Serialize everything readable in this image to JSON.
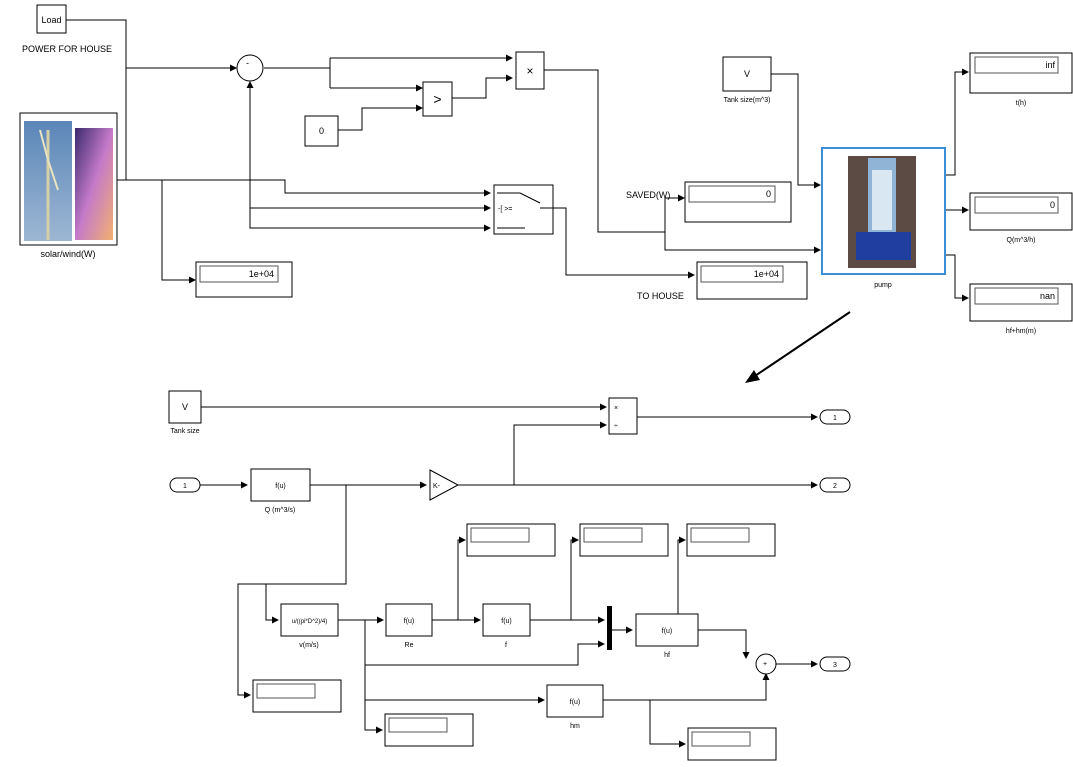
{
  "top": {
    "load_block": "Load",
    "load_caption": "POWER FOR HOUSE",
    "solar_caption": "solar/wind(W)",
    "sum_signs": "-",
    "const_zero": "0",
    "compare_sign": ">",
    "product_sign": "×",
    "switch_label": "-[ >=",
    "display_below": "1e+04",
    "saved_label": "SAVED(W)",
    "saved_value": "0",
    "to_house_label": "TO HOUSE",
    "to_house_value": "1e+04",
    "tank_block": "V",
    "tank_caption": "Tank size(m^3)",
    "pump_caption": "pump",
    "out_t_value": "inf",
    "out_t_caption": "t(h)",
    "out_q_value": "0",
    "out_q_caption": "Q(m^3/h)",
    "out_h_value": "nan",
    "out_h_caption": "hf+hm(m)"
  },
  "sub": {
    "tank_block": "V",
    "tank_caption": "Tank size",
    "div_top": "×",
    "div_bottom": "÷",
    "inport_1": "1",
    "outport_1": "1",
    "outport_2": "2",
    "outport_3": "3",
    "fcn_q": "f(u)",
    "fcn_q_caption": "Q (m^3/s)",
    "gain": "K-",
    "fcn_v": "u/((pi*D^2)/4)",
    "fcn_v_caption": "v(m/s)",
    "fcn_re": "f(u)",
    "fcn_re_caption": "Re",
    "fcn_f": "f(u)",
    "fcn_f_caption": "f",
    "fcn_hf": "f(u)",
    "fcn_hf_caption": "hf",
    "fcn_hm": "f(u)",
    "fcn_hm_caption": "hm",
    "sum_sign": "+"
  }
}
